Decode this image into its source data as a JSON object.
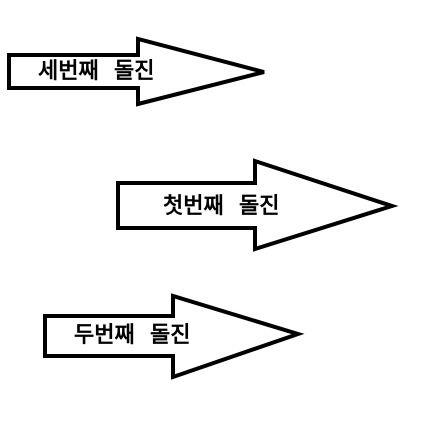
{
  "diagram": {
    "arrows": [
      {
        "id": "third",
        "label": "세번째  돌진"
      },
      {
        "id": "first",
        "label": "첫번째  돌진"
      },
      {
        "id": "second",
        "label": "두번째  돌진"
      }
    ],
    "colors": {
      "stroke": "#000000",
      "fill": "#ffffff",
      "text": "#000000"
    }
  }
}
